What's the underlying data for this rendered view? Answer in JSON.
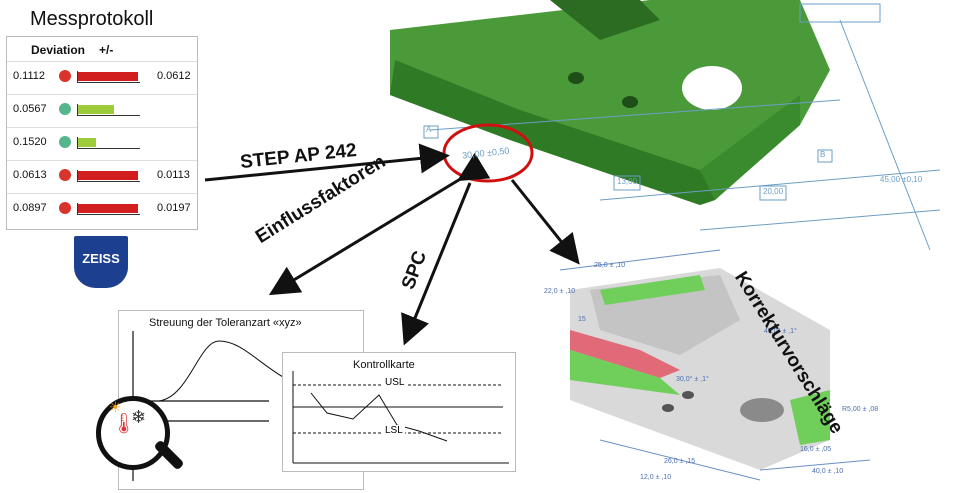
{
  "protocol": {
    "title": "Messprotokoll",
    "header_deviation": "Deviation",
    "header_pm": "+/-",
    "rows": [
      {
        "value": "0.1112",
        "status": "red",
        "fill": 1.0,
        "dev": "0.0612"
      },
      {
        "value": "0.0567",
        "status": "green",
        "fill": 0.6,
        "dev": ""
      },
      {
        "value": "0.1520",
        "status": "green",
        "fill": 0.3,
        "dev": ""
      },
      {
        "value": "0.0613",
        "status": "red",
        "fill": 1.0,
        "dev": "0.0113"
      },
      {
        "value": "0.0897",
        "status": "red",
        "fill": 1.0,
        "dev": "0.0197"
      }
    ],
    "logo": "ZEISS"
  },
  "arrows": {
    "step": "STEP AP 242",
    "influence": "Einflussfaktoren",
    "spc": "SPC",
    "corrections": "Korrekturvorschläge"
  },
  "stats_panel": {
    "title": "Streuung der Toleranzart «xyz»"
  },
  "control_panel": {
    "title": "Kontrollkarte",
    "usl": "USL",
    "lsl": "LSL"
  },
  "model": {
    "highlight_dim": "30,00 ±0,50",
    "dims": [
      "13,00",
      "20,00",
      "45,00 ±0,10",
      "A",
      "B"
    ]
  },
  "corr_model": {
    "dims": [
      "25,0 ± ,10",
      "22,0 ± ,10",
      "15",
      "45,0° ± ,1°",
      "30,0° ± ,1°",
      "R5,00 ± ,08",
      "16,0 ± ,05",
      "40,0 ± ,10",
      "26,0 ± ,15",
      "12,0 ± ,10"
    ]
  },
  "colors": {
    "red": "#d9342b",
    "green": "#55b68c",
    "bar_red": "#d11f1f",
    "bar_green": "#9ccc3a",
    "model_green": "#3a8a2e",
    "highlight": "#d01010",
    "zeiss_blue": "#1d3f8f"
  },
  "icons": [
    "magnifier-icon",
    "thermometer-icon",
    "snowflake-icon",
    "sun-icon"
  ]
}
